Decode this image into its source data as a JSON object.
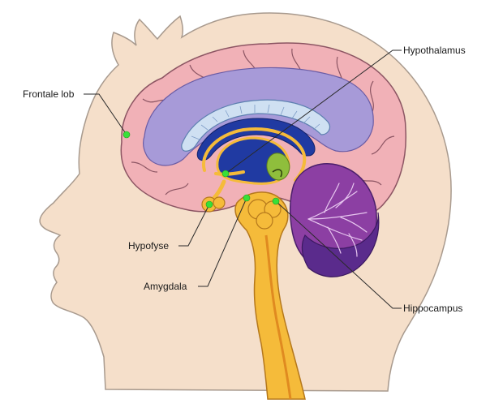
{
  "labels": {
    "frontal": "Frontale lob",
    "hypothalamus": "Hypothalamus",
    "hypofyse": "Hypofyse",
    "amygdala": "Amygdala",
    "hippocampus": "Hippocampus"
  },
  "colors": {
    "skin": "#f5dfca",
    "skin_outline": "#a89a8e",
    "cortex": "#f1b1b7",
    "cortex_outline": "#8c5563",
    "ventricle_lavender": "#a79ad8",
    "corpus_callosum": "#cfe0f2",
    "ventricle_blue": "#203aa2",
    "brainstem": "#f5bb3a",
    "brainstem_outline": "#b5781c",
    "cerebellum": "#8c3fa3",
    "cerebellum_dark": "#5a2b8c",
    "marker": "#38e038",
    "leader_line": "#2a2a2a"
  }
}
